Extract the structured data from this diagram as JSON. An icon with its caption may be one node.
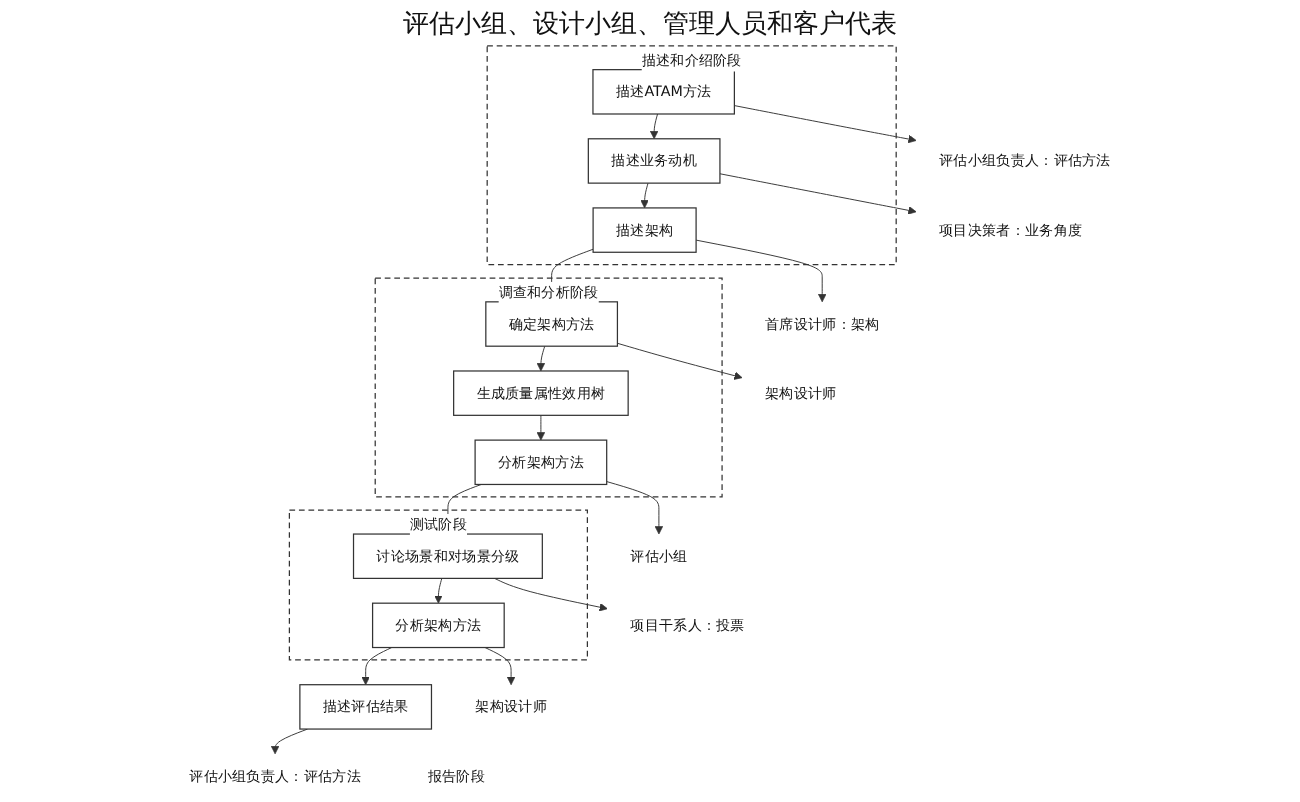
{
  "diagram": {
    "nodes": [
      {
        "text": [
          "描述和介绍阶段"
        ]
      },
      {
        "text": [
          "描述ATAM方法"
        ],
        "in": 0
      },
      {
        "text": [
          "描述业务动机"
        ],
        "in": 0
      },
      {
        "text": [
          "描述架构"
        ],
        "in": 0
      },
      {
        "text": [
          "调查和分析阶段"
        ]
      },
      {
        "text": [
          "确定架构方法"
        ],
        "in": 4
      },
      {
        "text": [
          "生成质量属性效用树"
        ],
        "in": 4
      },
      {
        "text": [
          "分析架构方法"
        ],
        "in": 4
      },
      {
        "text": [
          "测试阶段"
        ]
      },
      {
        "text": [
          "讨论场景和对场景分级"
        ],
        "in": 8
      },
      {
        "text": [
          "分析架构方法"
        ],
        "in": 8
      },
      {
        "text": [
          "描述评估结果"
        ],
        "beside": [
          "报告阶段"
        ]
      },
      {
        "text": [
          "评估小组负责人：评估方法"
        ]
      },
      {
        "text": [
          "项目决策者：业务角度"
        ]
      },
      {
        "text": [
          "首席设计师：架构"
        ]
      },
      {
        "text": [
          "架构设计师"
        ]
      },
      {
        "text": [
          "评估小组"
        ]
      },
      {
        "text": [
          "项目干系人：投票"
        ]
      },
      {
        "text": [
          "架构设计师"
        ]
      },
      {
        "text": [
          "评估小组负责人：评估方法"
        ]
      }
    ],
    "edges": [
      {
        "from": 1,
        "to": 2,
        "arrow": "to"
      },
      {
        "from": 2,
        "to": 3,
        "arrow": "to"
      },
      {
        "from": 3,
        "to": 5,
        "arrow": "to"
      },
      {
        "from": 5,
        "to": 6,
        "arrow": "to"
      },
      {
        "from": 6,
        "to": 7,
        "arrow": "to"
      },
      {
        "from": 7,
        "to": 9,
        "arrow": "to"
      },
      {
        "from": 9,
        "to": 10,
        "arrow": "to"
      },
      {
        "from": 10,
        "to": 11,
        "arrow": "to"
      },
      {
        "from": 1,
        "to": 12,
        "arrow": "to"
      },
      {
        "from": 2,
        "to": 13,
        "arrow": "to"
      },
      {
        "from": 3,
        "to": 14,
        "arrow": "to"
      },
      {
        "from": 5,
        "to": 15,
        "arrow": "to"
      },
      {
        "from": 7,
        "to": 16,
        "arrow": "to"
      },
      {
        "from": 9,
        "to": 17,
        "arrow": "to"
      },
      {
        "from": 10,
        "to": 18,
        "arrow": "to"
      },
      {
        "from": 11,
        "to": 19,
        "arrow": "to"
      }
    ],
    "labels": [
      "评估小组、设计小组、管理人员和客户代表"
    ]
  }
}
